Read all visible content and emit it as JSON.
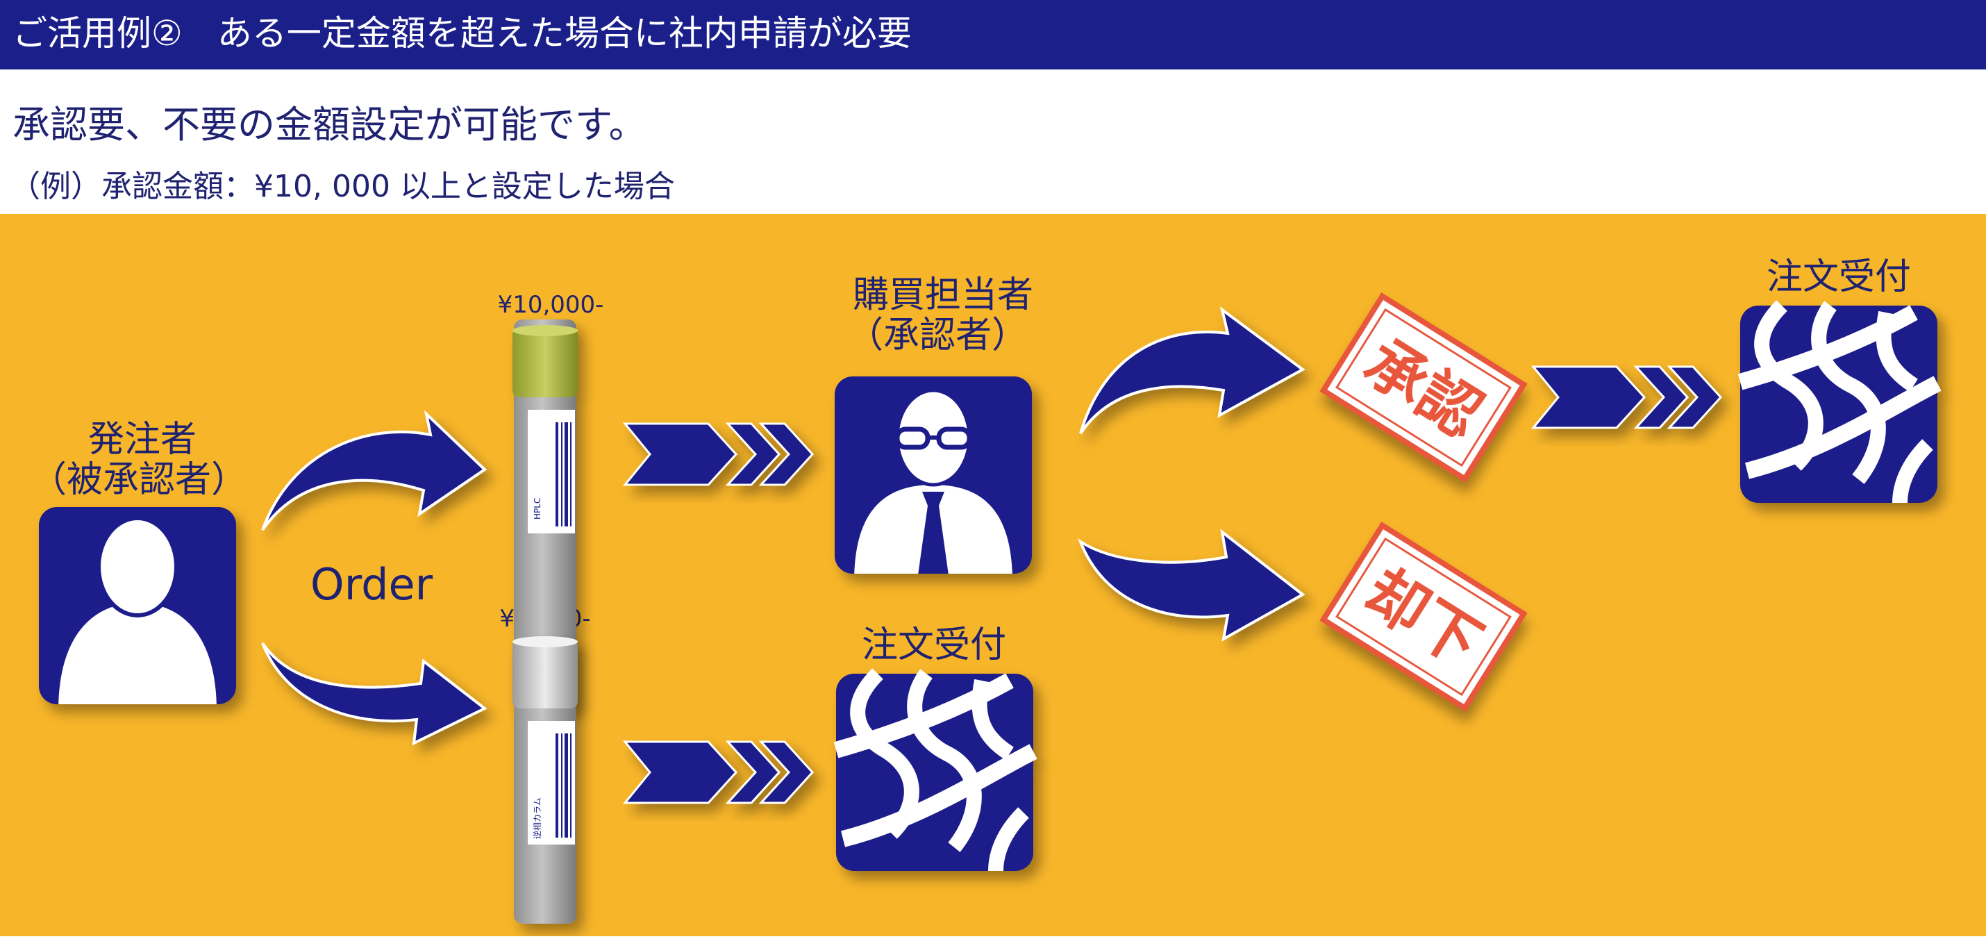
{
  "header": {
    "title": "ご活用例②　ある一定金額を超えた場合に社内申請が必要"
  },
  "subtitle": "承認要、不要の金額設定が可能です。",
  "example": "（例）承認金額：¥10, 000 以上と設定した場合",
  "diagram": {
    "requester_line1": "発注者",
    "requester_line2": "（被承認者）",
    "order_label": "Order",
    "price_high": "¥10,000-",
    "price_low": "¥3,000-",
    "buyer_line1": "購買担当者",
    "buyer_line2": "（承認者）",
    "order_received_top": "注文受付",
    "order_received_bottom": "注文受付",
    "approve_stamp": "承認",
    "reject_stamp": "却下",
    "vial_high_label": "HPLC",
    "vial_low_label": "逆相カラム",
    "colors": {
      "background": "#f7b529",
      "navy": "#1b1f8a",
      "stamp": "#e8563a",
      "header": "#1b1f8a"
    }
  }
}
